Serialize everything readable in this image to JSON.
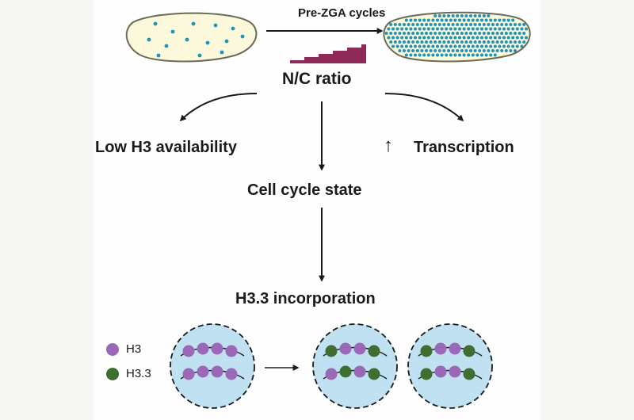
{
  "labels": {
    "pre_zga": "Pre-ZGA cycles",
    "nc_ratio": "N/C ratio",
    "low_h3": "Low H3 availability",
    "transcription": "Transcription",
    "up_arrow": "↑",
    "cell_cycle": "Cell cycle state",
    "h33_incorporation": "H3.3 incorporation"
  },
  "legend": [
    {
      "label": "H3",
      "color": "#9b68b8"
    },
    {
      "label": "H3.3",
      "color": "#3f6e31"
    }
  ],
  "colors": {
    "embryo_fill": "#fbf8dc",
    "embryo_stroke": "#6b6b55",
    "nucleus_dot": "#1f93b5",
    "staircase": "#8e2a58",
    "nucleus_fill": "#bfe1f1",
    "arrow": "#1a1a1a"
  },
  "nucleosome_patterns": [
    {
      "top": [
        "H3",
        "H3",
        "H3",
        "H3"
      ],
      "bottom": [
        "H3",
        "H3",
        "H3",
        "H3"
      ]
    },
    {
      "top": [
        "H3.3",
        "H3",
        "H3",
        "H3.3"
      ],
      "bottom": [
        "H3",
        "H3.3",
        "H3",
        "H3.3"
      ]
    },
    {
      "top": [
        "H3.3",
        "H3",
        "H3",
        "H3.3"
      ],
      "bottom": [
        "H3.3",
        "H3",
        "H3",
        "H3.3"
      ]
    }
  ]
}
